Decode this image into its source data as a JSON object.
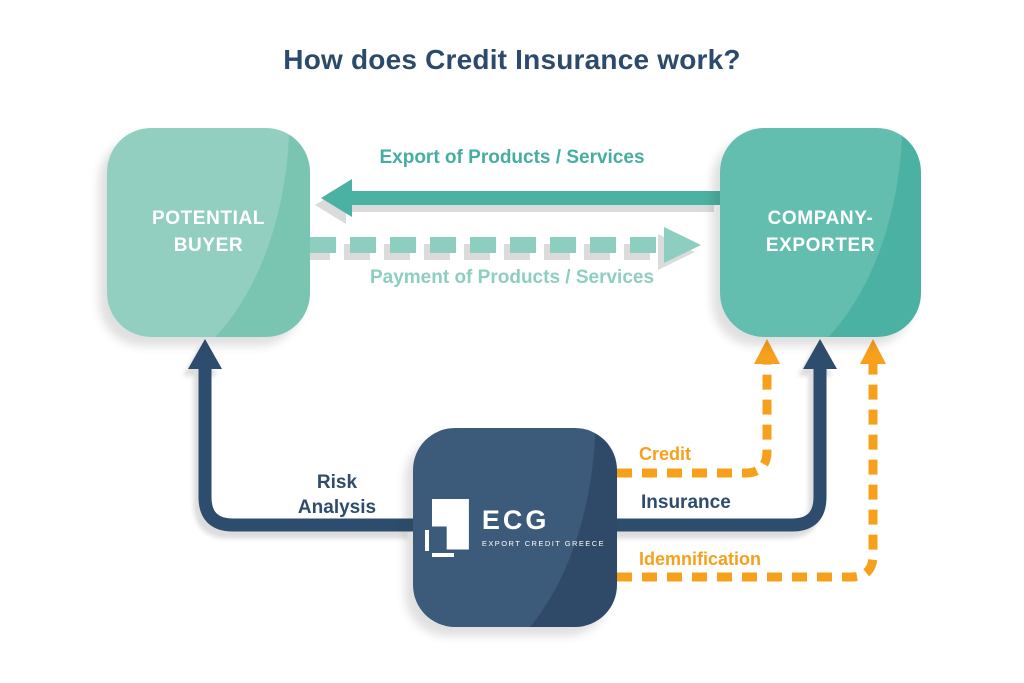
{
  "title": "How does Credit Insurance work?",
  "boxes": {
    "potential_buyer": {
      "line1": "POTENTIAL",
      "line2": "BUYER"
    },
    "company_exporter": {
      "line1": "COMPANY-",
      "line2": "EXPORTER"
    },
    "ecg": {
      "acronym": "ECG",
      "subtitle": "EXPORT CREDIT GREECE"
    }
  },
  "flows": {
    "export": {
      "label": "Export of Products / Services"
    },
    "payment": {
      "label": "Payment of Products / Services"
    },
    "risk_analysis": {
      "line1": "Risk",
      "line2": "Analysis"
    },
    "insurance": {
      "label": "Insurance"
    },
    "credit": {
      "label": "Credit"
    },
    "idemnification": {
      "label": "Idemnification"
    }
  },
  "colors": {
    "navy": "#2E4C6D",
    "teal": "#4BB2A3",
    "teal_light": "#8ECEC0",
    "buyer_box": "#7AC4B2",
    "exporter_box": "#4BB2A3",
    "ecg_box": "#2E4A68",
    "orange": "#F7A01B",
    "background": "#FFFFFF"
  }
}
